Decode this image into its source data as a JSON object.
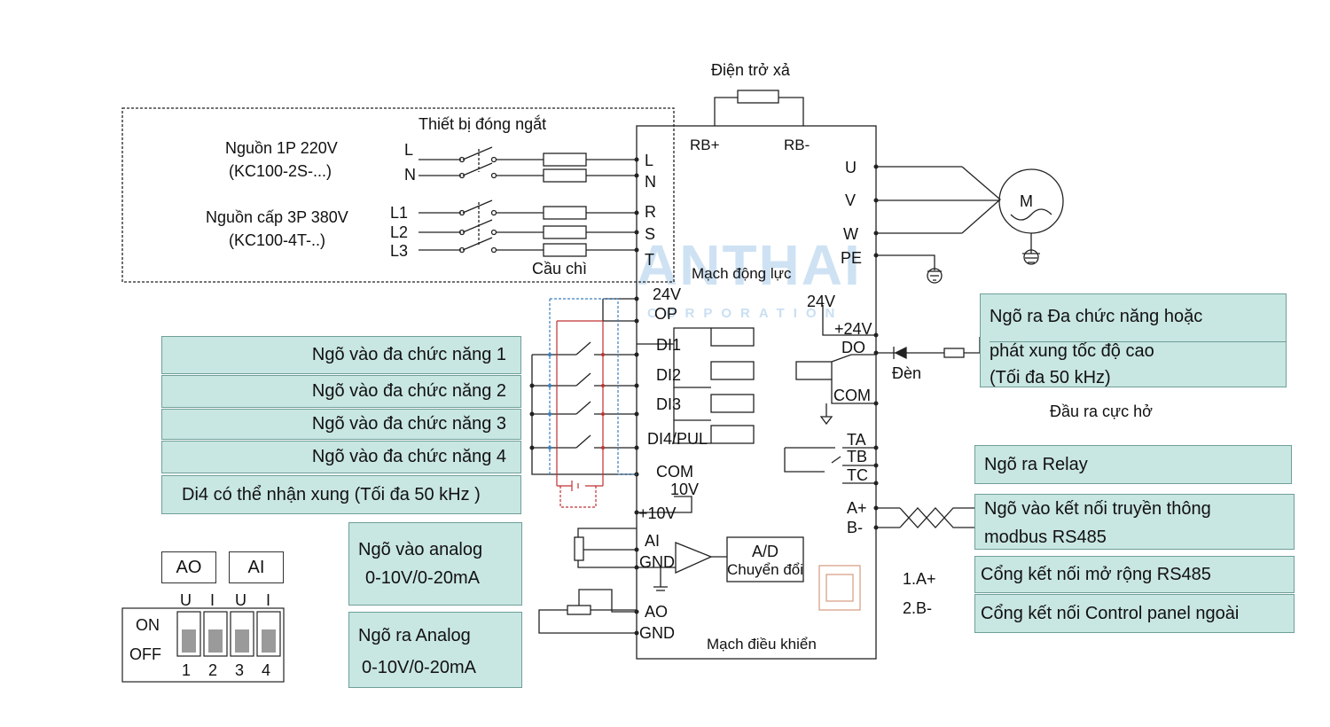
{
  "watermark": {
    "name": "ANTHAI",
    "sub": "CORPORATION"
  },
  "top": {
    "brake_resistor": "Điện trở xả",
    "switch_device": "Thiết bị đóng ngắt",
    "fuse": "Cầu chì"
  },
  "power_1p": {
    "title": "Nguồn 1P 220V",
    "model": "(KC100-2S-...)",
    "lines": [
      "L",
      "N"
    ]
  },
  "power_3p": {
    "title": "Nguồn cấp 3P 380V",
    "model": "(KC100-4T-..)",
    "lines": [
      "L1",
      "L2",
      "L3"
    ]
  },
  "inverter": {
    "rb_plus": "RB+",
    "rb_minus": "RB-",
    "left_power": [
      "L",
      "N",
      "R",
      "S",
      "T"
    ],
    "right_power": [
      "U",
      "V",
      "W",
      "PE"
    ],
    "power_circuit": "Mạch động lực",
    "control_circuit": "Mạch điều khiển",
    "t24v": "24V",
    "op": "OP",
    "di": [
      "DI1",
      "DI2",
      "DI3",
      "DI4/PUL"
    ],
    "com": "COM",
    "v10": "10V",
    "p10v": "+10V",
    "ai": "AI",
    "gnd": "GND",
    "ao": "AO",
    "gnd2": "GND",
    "ad": [
      "A/D",
      "Chuyển đổi"
    ],
    "r24v": "24V",
    "p24v": "+24V",
    "do": "DO",
    "com2": "COM",
    "ta": "TA",
    "tb": "TB",
    "tc": "TC",
    "a_plus": "A+",
    "b_minus": "B-"
  },
  "motor": "M",
  "lamp": "Đèn",
  "rs485_ports": [
    "1.A+",
    "2.B-"
  ],
  "open_collector": "Đầu ra cực hở",
  "left_boxes": [
    "Ngõ vào đa chức năng 1",
    "Ngõ vào đa chức năng 2",
    "Ngõ vào đa chức năng 3",
    "Ngõ vào đa chức năng 4",
    "Di4 có thể nhận xung (Tối đa 50 kHz  )"
  ],
  "analog_in": [
    "Ngõ vào analog",
    "0-10V/0-20mA"
  ],
  "analog_out": [
    "Ngõ ra Analog",
    "0-10V/0-20mA"
  ],
  "right_boxes": {
    "multi_out": [
      "Ngõ ra Đa chức năng hoặc",
      "phát xung tốc độ cao",
      "(Tối đa 50 kHz)"
    ],
    "relay": "Ngõ ra Relay",
    "modbus": [
      "Ngõ vào kết nối truyền thông",
      "modbus RS485"
    ],
    "rs485_ext": "Cổng kết nối mở rộng RS485",
    "panel": "Cổng kết nối Control panel ngoài"
  },
  "dip": {
    "ao": "AO",
    "ai": "AI",
    "top": [
      "U",
      "I",
      "U",
      "I"
    ],
    "on": "ON",
    "off": "OFF",
    "nums": [
      "1",
      "2",
      "3",
      "4"
    ]
  }
}
